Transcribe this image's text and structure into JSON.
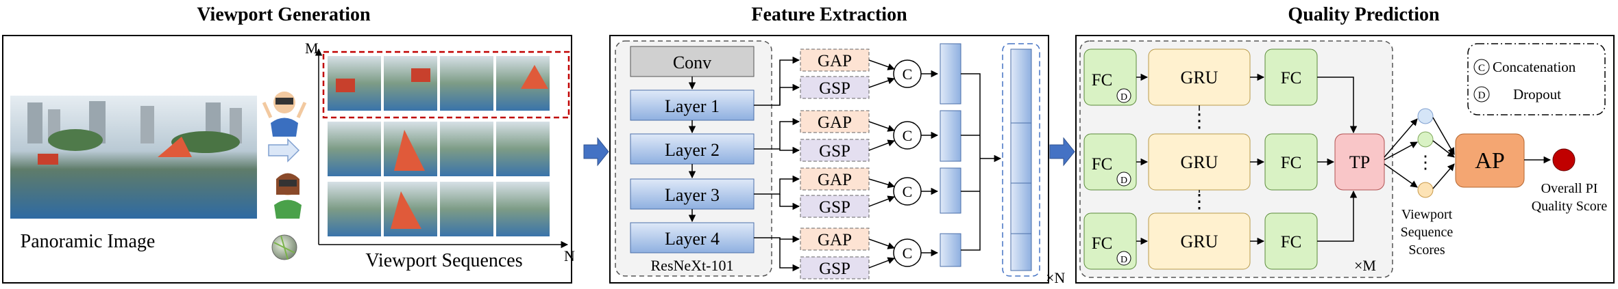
{
  "sections": {
    "viewport_generation": "Viewport Generation",
    "feature_extraction": "Feature Extraction",
    "quality_prediction": "Quality Prediction"
  },
  "viewport": {
    "panoramic_label": "Panoramic Image",
    "sequences_label": "Viewport Sequences",
    "axis_m": "M",
    "axis_n": "N"
  },
  "feature": {
    "conv": "Conv",
    "layers": [
      "Layer 1",
      "Layer 2",
      "Layer 3",
      "Layer 4"
    ],
    "gap": "GAP",
    "gsp": "GSP",
    "concat_symbol": "C",
    "backbone": "ResNeXt-101",
    "repeat": "×N"
  },
  "quality": {
    "fc": "FC",
    "gru": "GRU",
    "tp": "TP",
    "ap": "AP",
    "dropout_symbol": "D",
    "dots": "⋮",
    "repeat": "×M",
    "legend_concat": "Concatenation",
    "legend_dropout": "Dropout",
    "viewport_scores": [
      "Viewport",
      "Sequence",
      "Scores"
    ],
    "overall": [
      "Overall PI",
      "Quality Score"
    ]
  },
  "colors": {
    "layer_fill": "#a9c4ea",
    "conv_fill": "#d0d0d0",
    "gap_fill": "#fde3d3",
    "gsp_fill": "#e4dff0",
    "fc_fill": "#d9f2c4",
    "gru_fill": "#fff1cf",
    "tp_fill": "#f9c6c8",
    "ap_fill": "#f4a672",
    "arrow_blue": "#4472c4",
    "red_dot": "#c00000"
  }
}
